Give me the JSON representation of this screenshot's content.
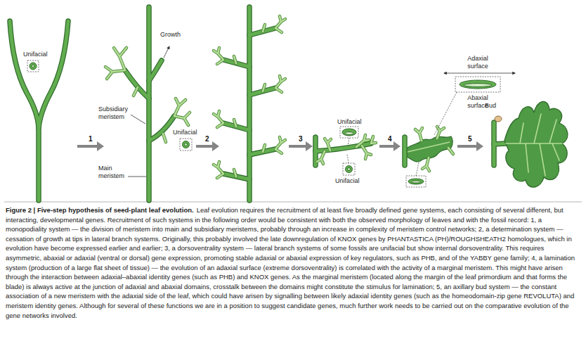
{
  "diagram": {
    "title": "Figure 2 | Five-step hypothesis of seed-plant leaf evolution.",
    "caption": "Leaf evolution requires the recruitment of at least five broadly defined gene systems, each consisting of several different, but interacting, developmental genes. Recruitment of such systems in the following order would be consistent with both the observed morphology of leaves and with the fossil record: 1, a monopodiality system — the division of meristem into main and subsidiary meristems, probably through an increase in complexity of meristem control networks; 2, a determination system — cessation of growth at tips in lateral branch systems. Originally, this probably involved the late downregulation of KNOX genes by PHANTASTICA (PH)/ROUGHSHEATH2 homologues, which in evolution have become expressed earlier and earlier; 3, a dorsoventrality system — lateral branch systems of some fossils are unifacial but show internal dorsoventrality. This requires asymmetric, abaxial or adaxial (ventral or dorsal) gene expression, promoting stable adaxial or abaxial expression of key regulators, such as PHB, and of the YABBY gene family; 4, a lamination system (production of a large flat sheet of tissue) — the evolution of an adaxial surface (extreme dorsoventrality) is correlated with the activity of a marginal meristem. This might have arisen through the interaction between adaxial–abaxial identity genes (such as PHB) and KNOX genes. As the marginal meristem (located along the margin of the leaf primordium and that forms the blade) is always active at the junction of adaxial and abaxial domains, crosstalk between the domains might constitute the stimulus for lamination; 5, an axillary bud system — the constant association of a new meristem with the adaxial side of the leaf, which could have arisen by signalling between likely adaxial identity genes (such as the homeodomain-zip gene REVOLUTA) and meristem identity genes. Although for several of these functions we are in a position to suggest candidate genes, much further work needs to be carried out on the comparative evolution of the gene networks involved.",
    "labels": [
      "Unifacial",
      "Growth",
      "Subsidiary meristem",
      "Unifacial",
      "Main meristem",
      "1",
      "2",
      "Unifacial",
      "3",
      "Unifacial",
      "4",
      "Adaxial surface",
      "Abaxial surface",
      "5",
      "Bud"
    ]
  }
}
